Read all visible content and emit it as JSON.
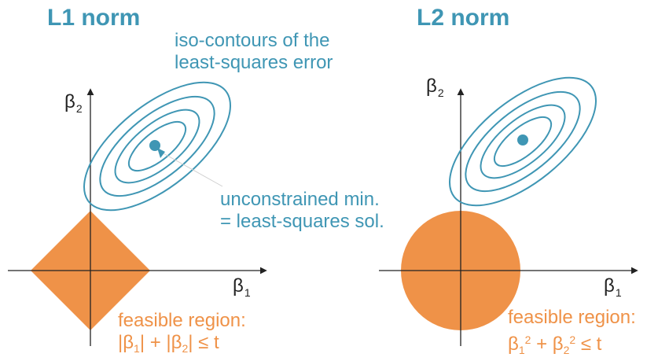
{
  "colors": {
    "contour": "#3f96b4",
    "region": "#ef9248",
    "axis": "#222222",
    "leader": "#d0d0d0"
  },
  "left_panel": {
    "title": "L1 norm",
    "contour_label_line1": "iso-contours of the",
    "contour_label_line2": "least-squares error",
    "min_label_line1": "unconstrained min.",
    "min_label_line2": "= least-squares sol.",
    "axis_y_symbol": "β",
    "axis_y_index": "2",
    "axis_x_symbol": "β",
    "axis_x_index": "1",
    "region_label": "feasible region:",
    "constraint": {
      "bar_open_1": "|β",
      "index_1": "1",
      "bar_mid": "| + |β",
      "index_2": "2",
      "bar_close": "| ≤ t"
    }
  },
  "right_panel": {
    "title": "L2 norm",
    "axis_y_symbol": "β",
    "axis_y_index": "2",
    "axis_x_symbol": "β",
    "axis_x_index": "1",
    "region_label": "feasible region:",
    "constraint": {
      "beta_1": "β",
      "index_1": "1",
      "power_1": "2",
      "plus": " + β",
      "index_2": "2",
      "power_2": "2",
      "le": " ≤ t"
    }
  }
}
